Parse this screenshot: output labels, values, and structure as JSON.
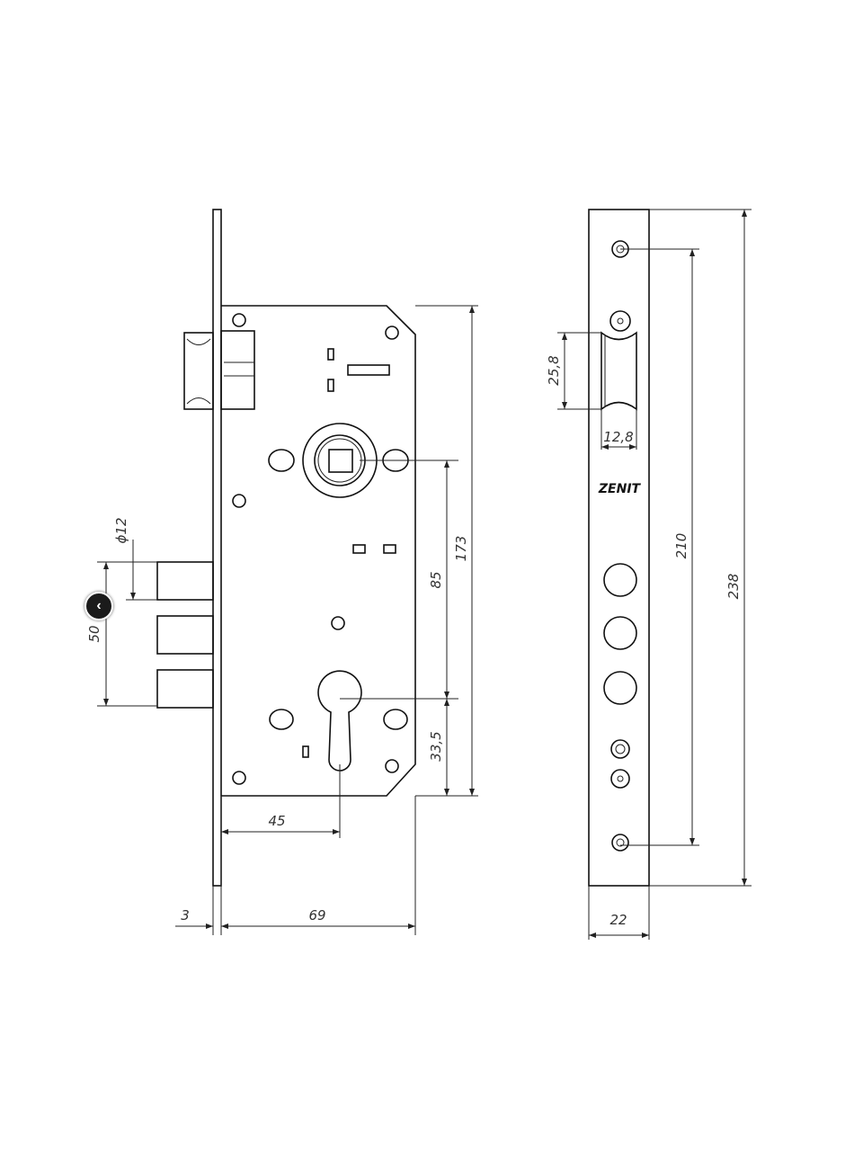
{
  "drawing": {
    "brand": "ZENIT",
    "front_view_dims": {
      "faceplate_thickness": "3",
      "body_depth": "69",
      "backset": "45",
      "cylinder_offset": "33,5",
      "center_distance": "85",
      "body_height": "173",
      "bolt_diameter": "ϕ12",
      "bolt_spacing": "50"
    },
    "side_view_dims": {
      "latch_height": "25,8",
      "latch_width": "12,8",
      "screw_spacing": "210",
      "plate_length": "238",
      "plate_width": "22"
    }
  },
  "navigation": {
    "prev_icon": "chevron-left-icon",
    "prev_label": "‹"
  }
}
